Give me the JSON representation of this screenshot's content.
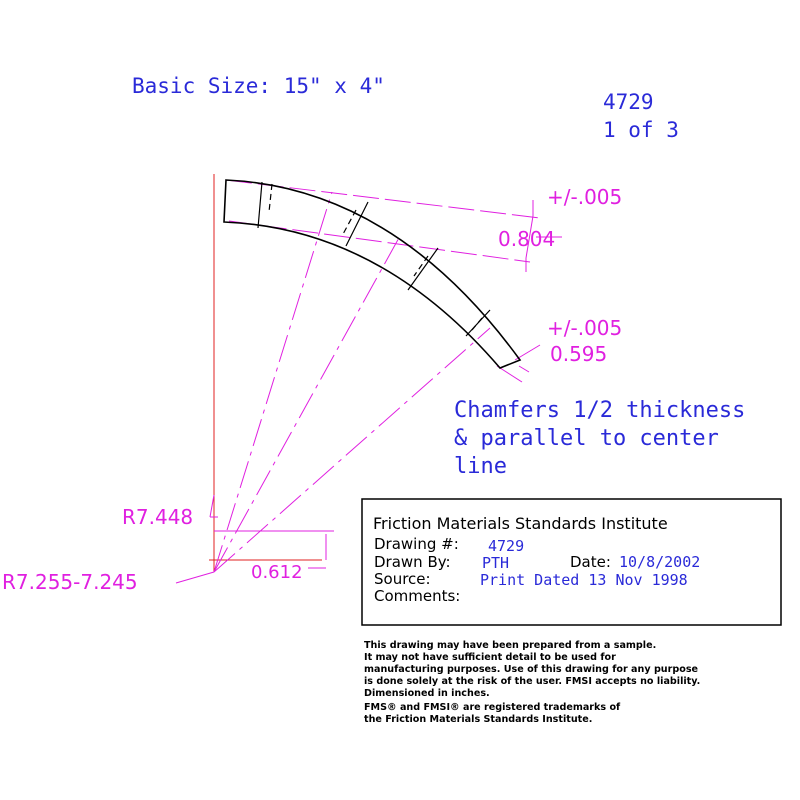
{
  "header": {
    "basic_size": "Basic Size: 15\" x 4\"",
    "drawing_number": "4729",
    "sheet": "1 of 3"
  },
  "dimensions": {
    "tol_top": "+/-.005",
    "thickness": "0.804",
    "tol_right": "+/-.005",
    "end_width": "0.595",
    "radius_outer": "R7.448",
    "radius_inner": "R7.255-7.245",
    "offset": "0.612"
  },
  "notes": {
    "chamfer_1": "Chamfers 1/2 thickness",
    "chamfer_2": "& parallel to center",
    "chamfer_3": "line"
  },
  "title_block": {
    "org": "Friction Materials Standards Institute",
    "drawing_label": "Drawing #:",
    "drawing_value": "4729",
    "drawn_by_label": "Drawn By:",
    "drawn_by_value": "PTH",
    "date_label": "Date:",
    "date_value": "10/8/2002",
    "source_label": "Source:",
    "source_value": "Print Dated 13 Nov 1998",
    "comments_label": "Comments:"
  },
  "disclaimer": {
    "line1": "This drawing may have been prepared from a sample.",
    "line2": "It may not have sufficient detail to be used for",
    "line3": "manufacturing purposes.  Use of this drawing for any purpose",
    "line4": "is done solely at the risk of the user. FMSI accepts no liability.",
    "line5": "Dimensioned in inches.",
    "line6": "FMS® and FMSI® are registered trademarks of",
    "line7": "the Friction Materials Standards Institute."
  },
  "colors": {
    "dimension": "#e020e0",
    "text": "#2a2ad8",
    "centerline": "#e02020",
    "outline": "#000000"
  }
}
